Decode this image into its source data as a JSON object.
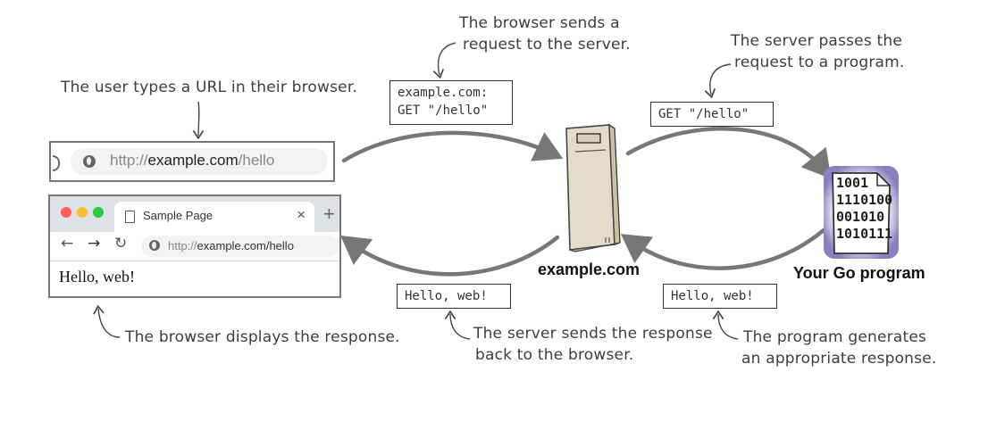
{
  "annotations": {
    "user_types": "The user types a URL in their browser.",
    "browser_sends_1": "The browser sends a",
    "browser_sends_2": "request to the server.",
    "server_passes_1": "The server passes the",
    "server_passes_2": "request to a program.",
    "browser_displays": "The browser displays the response.",
    "server_sends_1": "The server sends the response",
    "server_sends_2": "back to the browser.",
    "program_generates_1": "The program generates",
    "program_generates_2": "an appropriate response."
  },
  "request_box": {
    "line1": "example.com:",
    "line2": "GET \"/hello\""
  },
  "forward_box": "GET \"/hello\"",
  "response_box_left": "Hello, web!",
  "response_box_right": "Hello, web!",
  "url_bar": {
    "scheme": "http://",
    "host": "example.com",
    "path": "/hello"
  },
  "browser_window": {
    "tab_title": "Sample Page",
    "tab_close": "×",
    "new_tab": "+",
    "back": "←",
    "forward": "→",
    "reload": "↻",
    "address_scheme": "http://",
    "address_host": "example.com",
    "address_path": "/hello",
    "page_text": "Hello, web!"
  },
  "server_caption": "example.com",
  "program_caption": "Your Go program",
  "program_bits": [
    "1001",
    "1110100",
    "001010",
    "1010111"
  ],
  "colors": {
    "arrow": "#777777",
    "server_fill": "#e2dcc9",
    "program_glow": "#7b6fb0",
    "close_red": "#ff5f57",
    "minimize_yellow": "#febc2e",
    "zoom_green": "#28c840"
  },
  "icons": {
    "page": "page-icon",
    "globe": "globe-icon",
    "server": "server-tower-icon",
    "program": "program-document-icon"
  }
}
